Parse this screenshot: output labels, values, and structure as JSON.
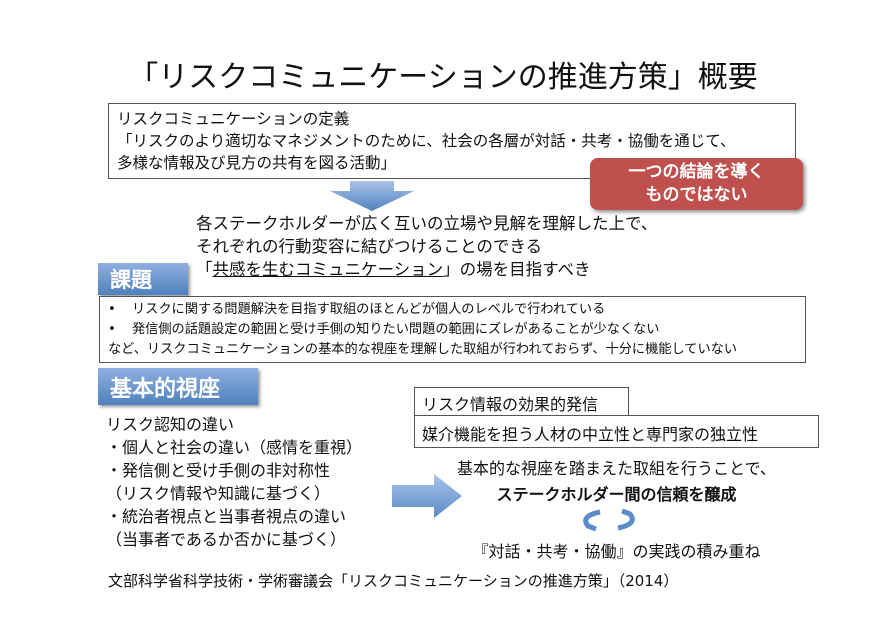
{
  "title": "「リスクコミュニケーションの推進方策」概要",
  "definition": {
    "heading": "リスクコミュニケーションの定義",
    "line1": "「リスクのより適切なマネジメントのために、社会の各層が対話・共考・協働を通じて、",
    "line2": "多様な情報及び見方の共有を図る活動」"
  },
  "callout": {
    "line1": "一つの結論を導く",
    "line2": "ものではない"
  },
  "goal": {
    "line1": "各ステークホルダーが広く互いの立場や見解を理解した上で、",
    "line2": "それぞれの行動変容に結びつけることのできる",
    "line3_open": "「",
    "line3_emph": "共感を生むコミュニケーション",
    "line3_rest": "」の場を目指すべき"
  },
  "issues": {
    "label": "課題",
    "bullet1": "リスクに関する問題解決を目指す取組のほとんどが個人のレベルで行われている",
    "bullet2": "発信側の話題設定の範囲と受け手側の知りたい問題の範囲にズレがあることが少なくない",
    "summary": "など、リスクコミュニケーションの基本的な視座を理解した取組が行われておらず、十分に機能していない"
  },
  "viewpoint": {
    "label": "基本的視座",
    "lines": [
      "リスク認知の違い",
      "・個人と社会の違い（感情を重視）",
      "・発信側と受け手側の非対称性",
      "（リスク情報や知識に基づく）",
      "・統治者視点と当事者視点の違い",
      "（当事者であるか否かに基づく）"
    ]
  },
  "right": {
    "box1": "リスク情報の効果的発信",
    "box2": "媒介機能を担う人材の中立性と専門家の独立性",
    "text1": "基本的な視座を踏まえた取組を行うことで、",
    "text2": "ステークホルダー間の信頼を醸成",
    "text3": "『対話・共考・協働』の実践の積み重ね"
  },
  "footer": "文部科学省科学技術・学術審議会「リスクコミュニケーションの推進方策」（2014）",
  "colors": {
    "accent_blue": "#4f81bd",
    "callout_red": "#c0504d"
  }
}
